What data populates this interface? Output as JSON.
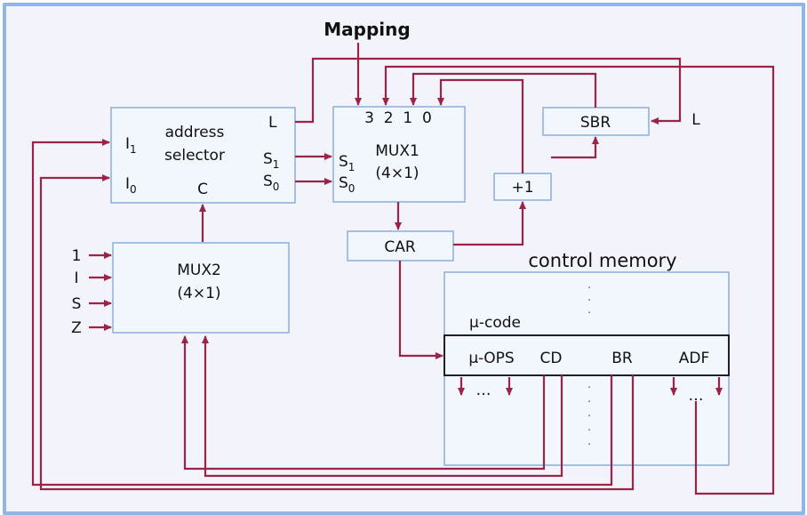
{
  "diagram": {
    "title": "Mapping",
    "memory_title": "control memory",
    "address_selector": {
      "line1": "address",
      "line2": "selector",
      "in_i1": "I",
      "in_i1_sub": "1",
      "in_i0": "I",
      "in_i0_sub": "0",
      "out_l": "L",
      "out_s1": "S",
      "out_s1_sub": "1",
      "out_s0": "S",
      "out_s0_sub": "0",
      "c": "C"
    },
    "mux1": {
      "line1": "MUX1",
      "line2": "(4×1)",
      "inputs": "3  2  1  0",
      "s1": "S",
      "s1_sub": "1",
      "s0": "S",
      "s0_sub": "0"
    },
    "mux2": {
      "line1": "MUX2",
      "line2": "(4×1)"
    },
    "mux2_inputs": [
      "1",
      "I",
      "S",
      "Z"
    ],
    "sbr": "SBR",
    "sbr_l": "L",
    "incrementer": "+1",
    "car": "CAR",
    "mem_ucode": "μ-code",
    "mem_fields": {
      "uops": "μ-OPS",
      "cd": "CD",
      "br": "BR",
      "adf": "ADF"
    },
    "ellipsis": "…"
  }
}
